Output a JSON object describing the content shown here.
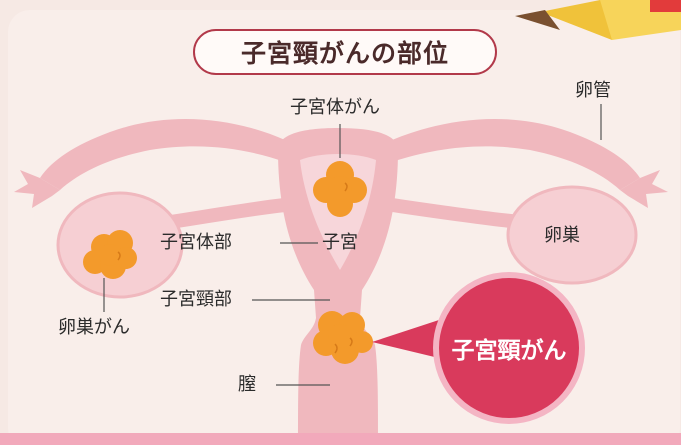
{
  "title": "子宮頸がんの部位",
  "labels": {
    "uterine_body_cancer": "子宮体がん",
    "fallopian_tube": "卵管",
    "uterine_body": "子宮体部",
    "uterus": "子宮",
    "ovary": "卵巣",
    "cervix": "子宮頸部",
    "ovarian_cancer": "卵巣がん",
    "cervical_cancer": "子宮頸がん",
    "vagina": "膣"
  },
  "colors": {
    "background": "#f6e9e4",
    "organ": "#f0b8be",
    "organ_light": "#f6d2d5",
    "tumor": "#f39a2b",
    "accent": "#d93a5c",
    "title_border": "#b2394a"
  }
}
